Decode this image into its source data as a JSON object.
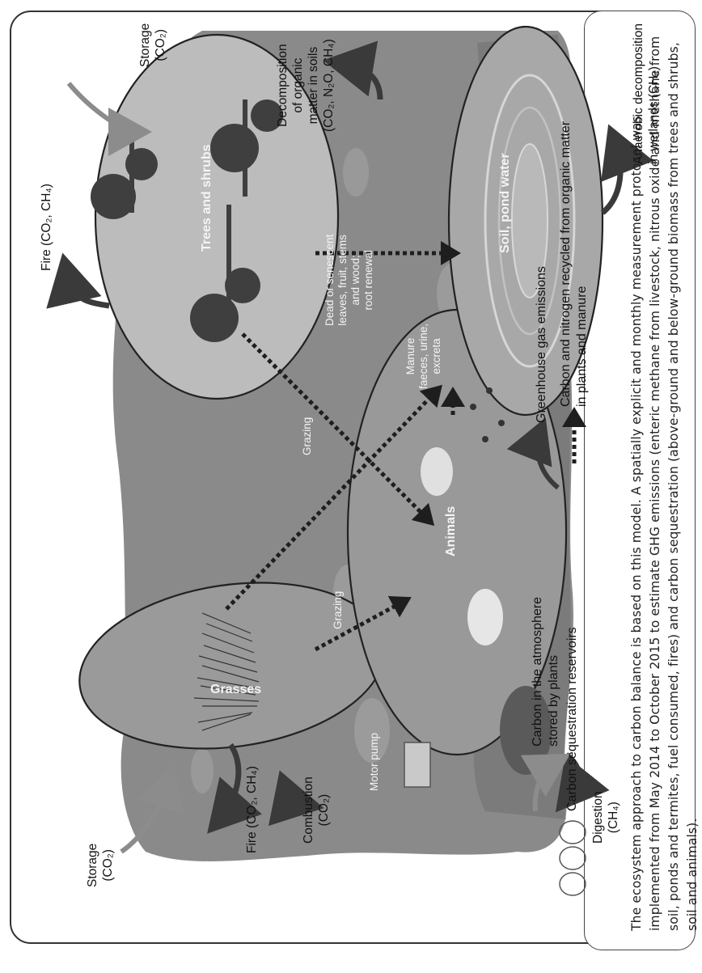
{
  "reservoirs": {
    "grasses": "Grasses",
    "trees": "Trees and shrubs",
    "animals": "Animals",
    "soil": "Soil, pond water"
  },
  "labels": {
    "storage_left": [
      "Storage",
      "(CO₂)"
    ],
    "storage_right": [
      "Storage",
      "(CO₂)"
    ],
    "fire_grass": "Fire (CO₂, CH₄)",
    "fire_trees": "Fire (CO₂, CH₄)",
    "combustion": [
      "Combustion",
      "(CO₂)"
    ],
    "digestion": [
      "Digestion",
      "(CH₄)"
    ],
    "decomposition_soils": [
      "Decomposition",
      "of organic",
      "matter in soils",
      "(CO₂, N₂O, CH₄)"
    ],
    "anaerobic": [
      "Anaerobic decomposition",
      "in wetlands  (CH₄)"
    ],
    "motor_pump": "Motor pump",
    "grazing_1": "Grazing",
    "grazing_2": "Grazing",
    "manure": [
      "Manure",
      "faeces, urine,",
      "excreta"
    ],
    "dead_leaves": [
      "Dead or senescent",
      "leaves, fruit, stems",
      "and wood;",
      "root renewal"
    ]
  },
  "legend": {
    "reservoirs": "Carbon sequestration reservoirs",
    "atmosphere": [
      "Carbon in the atmosphere",
      "stored by plants"
    ],
    "ghg": "Greenhouse gas emissions",
    "recycled": [
      "Carbon and nitrogen recycled from organic matter",
      "in plants and manure"
    ]
  },
  "caption": "The ecosystem approach to carbon balance is based on this model. A spatially explicit and monthly measurement protocol was implemented from May 2014 to October 2015 to estimate GHG emissions (enteric methane from livestock, nitrous oxide and methane from soil, ponds and termites, fuel consumed, fires) and carbon sequestration (above-ground and below-ground biomass from trees and shrubs, soil and animals).",
  "colors": {
    "landscape": "#8a8a8a",
    "landscape_dark": "#6f6f6f",
    "arrow_dark": "#3a3a3a",
    "arrow_grey": "#8c8c8c",
    "ellipse_stroke": "#222222"
  }
}
